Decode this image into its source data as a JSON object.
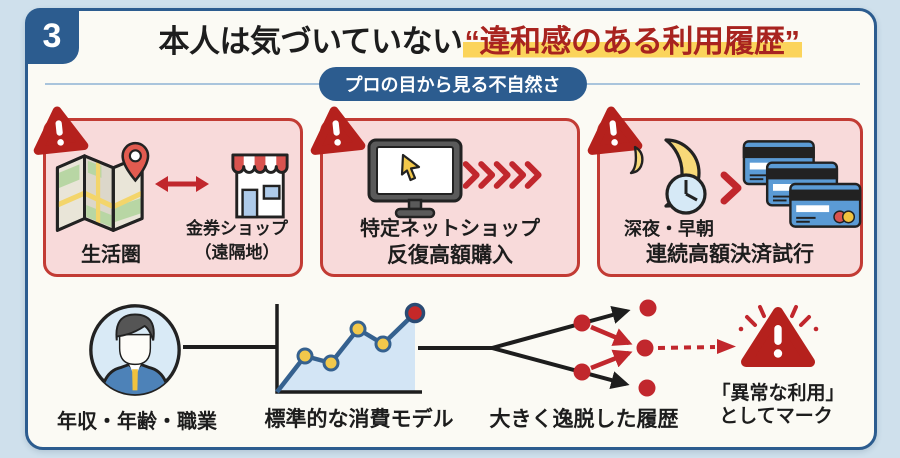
{
  "badge": "3",
  "title": {
    "prefix": "本人は気づいていない",
    "highlight": "“違和感のある利用履歴”"
  },
  "subtitle": "プロの目から見る不自然さ",
  "boxes": [
    {
      "label_left": "生活圏",
      "label_right_line1": "金券ショップ",
      "label_right_line2": "（遠隔地）"
    },
    {
      "line1": "特定ネットショップ",
      "line2": "反復高額購入"
    },
    {
      "line1": "深夜・早朝",
      "line2": "連続高額決済試行"
    }
  ],
  "bottom": {
    "persona_label": "年収・年齢・職業",
    "model_label": "標準的な消費モデル",
    "deviation_label": "大きく逸脱した履歴",
    "mark_label_line1": "「異常な利用」",
    "mark_label_line2": "としてマーク"
  },
  "icons": {
    "warning": "alert-triangle",
    "map": "folded-map-with-pin",
    "shop": "storefront",
    "monitor": "monitor-with-cursor",
    "chevrons": "fast-forward-chevrons",
    "moon_clock": "night-moon-and-clock",
    "cards": "stacked-credit-cards",
    "person": "businessperson-avatar",
    "chart": "rising-line-chart",
    "branch": "diverging-arrows"
  },
  "colors": {
    "page_bg": "#cfe0ec",
    "accent_blue": "#2c5c8f",
    "alert_red": "#b5211d",
    "arrow_red": "#c1272d",
    "highlight_yellow": "#fbd45b",
    "box_pink": "#f8dada",
    "card_blue": "#5b9bd5",
    "chart_yellow": "#f2c84b"
  }
}
